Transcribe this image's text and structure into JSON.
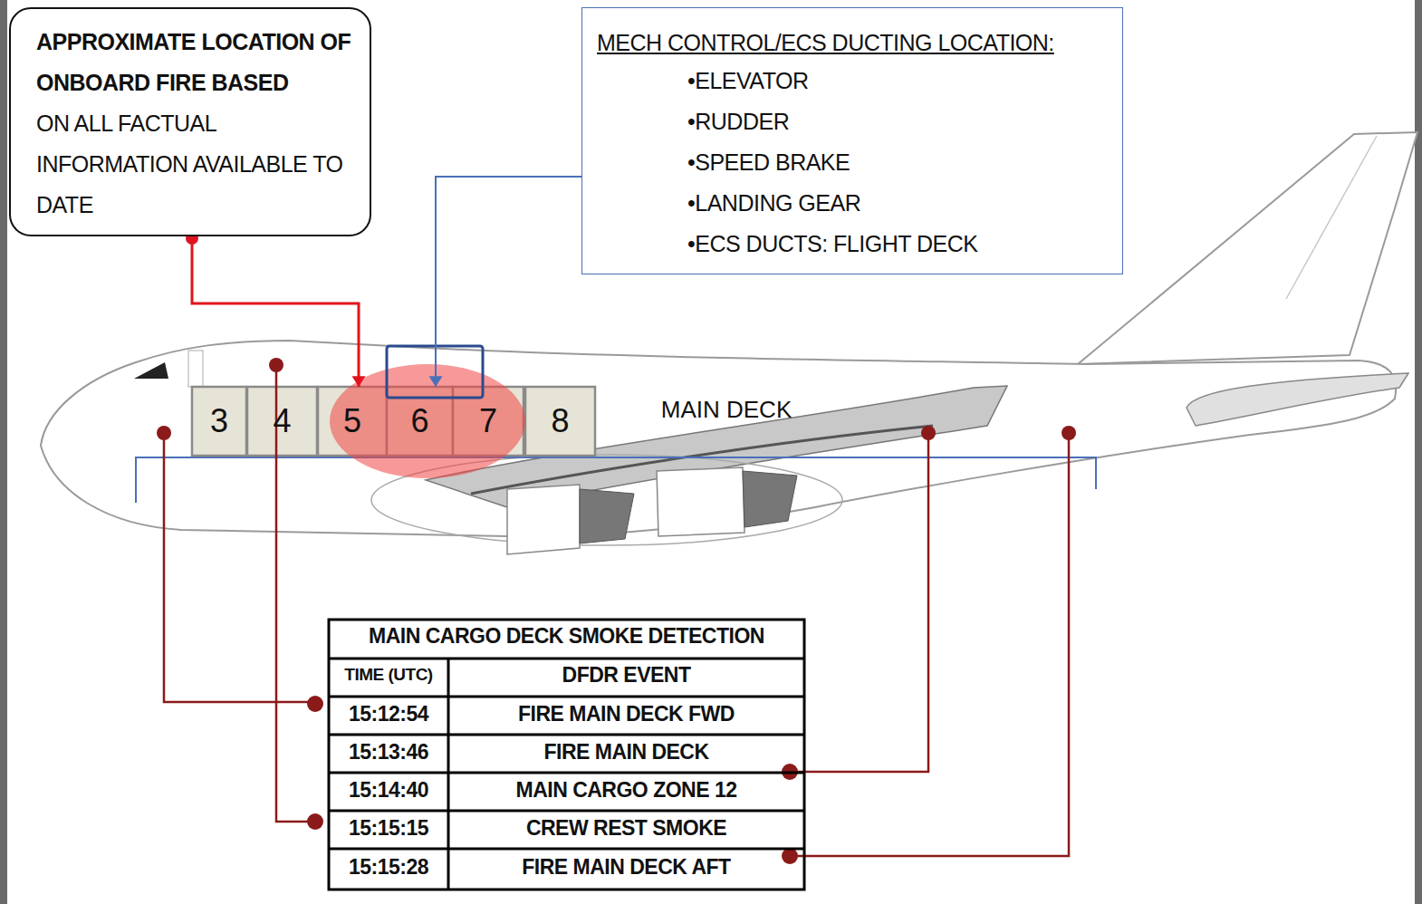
{
  "diagram": {
    "nodes": [
      {
        "text": [
          "APPROXIMATE LOCATION OF ONBOARD FIRE BASED",
          "ON ALL FACTUAL INFORMATION AVAILABLE TO DATE"
        ]
      },
      {
        "text": [
          "MECH CONTROL/ECS DUCTING LOCATION:",
          "•ELEVATOR",
          "•RUDDER",
          "•SPEED BRAKE",
          "•LANDING GEAR",
          "•ECS DUCTS: FLIGHT DECK"
        ]
      },
      {
        "text": [
          "3"
        ]
      },
      {
        "text": [
          "4"
        ]
      },
      {
        "text": [
          "5"
        ]
      },
      {
        "text": [
          "6"
        ]
      },
      {
        "text": [
          "7"
        ]
      },
      {
        "text": [
          "8"
        ]
      }
    ],
    "edges": [
      {
        "from": 0,
        "to": 4,
        "arrow": "to"
      },
      {
        "from": 1,
        "to": 5,
        "arrow": "to"
      }
    ],
    "labels": [
      "MAIN DECK",
      "MAIN CARGO DECK SMOKE DETECTION",
      "TIME (UTC)",
      "DFDR EVENT",
      "15:12:54",
      "FIRE MAIN DECK FWD",
      "15:13:46",
      "FIRE MAIN DECK",
      "15:14:40",
      "MAIN CARGO ZONE 12",
      "15:15:15",
      "CREW REST SMOKE",
      "15:15:28",
      "FIRE MAIN DECK AFT"
    ]
  }
}
